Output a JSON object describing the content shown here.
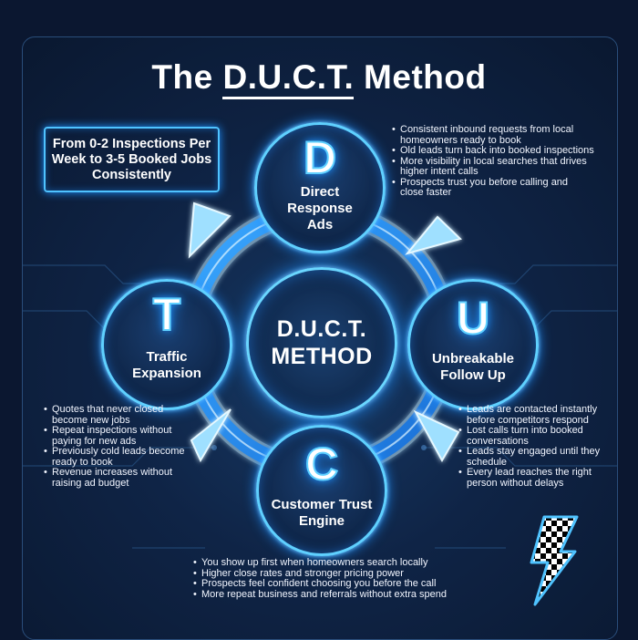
{
  "title": {
    "prefix": "The ",
    "acronym": "D.U.C.T.",
    "suffix": " Method"
  },
  "callout": "From 0-2 Inspections Per Week to 3-5 Booked Jobs Consistently",
  "center": {
    "line1": "D.U.C.T.",
    "line2": "METHOD"
  },
  "nodes": {
    "d": {
      "letter": "D",
      "label": [
        "Direct",
        "Response",
        "Ads"
      ]
    },
    "u": {
      "letter": "U",
      "label": [
        "Unbreakable",
        "Follow Up"
      ]
    },
    "c": {
      "letter": "C",
      "label": [
        "Customer Trust",
        "Engine"
      ]
    },
    "t": {
      "letter": "T",
      "label": [
        "Traffic",
        "Expansion"
      ]
    }
  },
  "bullets": {
    "d": [
      [
        "Consistent inbound requests from local",
        "homeowners ready to book"
      ],
      [
        "Old leads turn back into booked inspections"
      ],
      [
        "More visibility in local searches that drives",
        "higher intent calls"
      ],
      [
        "Prospects trust you before calling and",
        "close faster"
      ]
    ],
    "u": [
      [
        "Leads are contacted instantly",
        "before competitors respond"
      ],
      [
        "Lost calls turn into booked",
        "conversations"
      ],
      [
        "Leads stay engaged until they",
        "schedule"
      ],
      [
        "Every lead reaches the right",
        "person without delays"
      ]
    ],
    "c": [
      [
        "You show up first when homeowners search locally"
      ],
      [
        "Higher close rates and stronger pricing power"
      ],
      [
        "Prospects feel confident choosing you before the call"
      ],
      [
        "More repeat business and referrals without extra spend"
      ]
    ],
    "t": [
      [
        "Quotes that never closed",
        "become new jobs"
      ],
      [
        "Repeat inspections without",
        "paying for new ads"
      ],
      [
        "Previously cold leads become",
        "ready to book"
      ],
      [
        "Revenue increases without",
        "raising ad budget"
      ]
    ]
  },
  "colors": {
    "background": "#0b1730",
    "glow": "#1e90ff",
    "outline": "#5fd0ff",
    "text": "#ffffff"
  },
  "icons": [
    "lightning-bolt-icon",
    "cycle-arrow-icon"
  ]
}
